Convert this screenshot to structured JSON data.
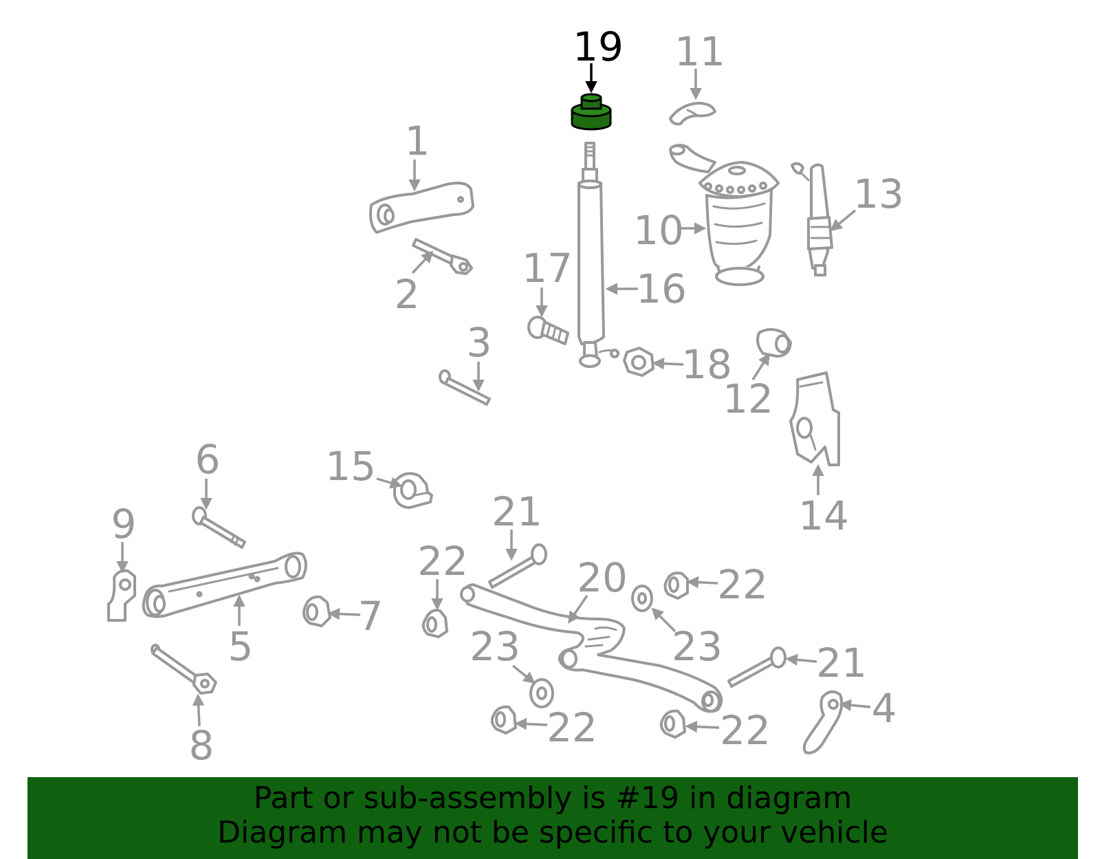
{
  "diagram": {
    "highlight_color": "#1e6b12",
    "labels": {
      "l1": "1",
      "l2": "2",
      "l3": "3",
      "l4": "4",
      "l5": "5",
      "l6": "6",
      "l7": "7",
      "l8": "8",
      "l9": "9",
      "l10": "10",
      "l11": "11",
      "l12": "12",
      "l13": "13",
      "l14": "14",
      "l15": "15",
      "l16": "16",
      "l17": "17",
      "l18": "18",
      "l19": "19",
      "l20": "20",
      "l21a": "21",
      "l21b": "21",
      "l22a": "22",
      "l22b": "22",
      "l22c": "22",
      "l22d": "22",
      "l23a": "23",
      "l23b": "23"
    }
  },
  "footer": {
    "background": "#0f6110",
    "line1": "Part or sub-assembly is #19 in diagram",
    "line2": "Diagram may not be specific to your vehicle"
  }
}
